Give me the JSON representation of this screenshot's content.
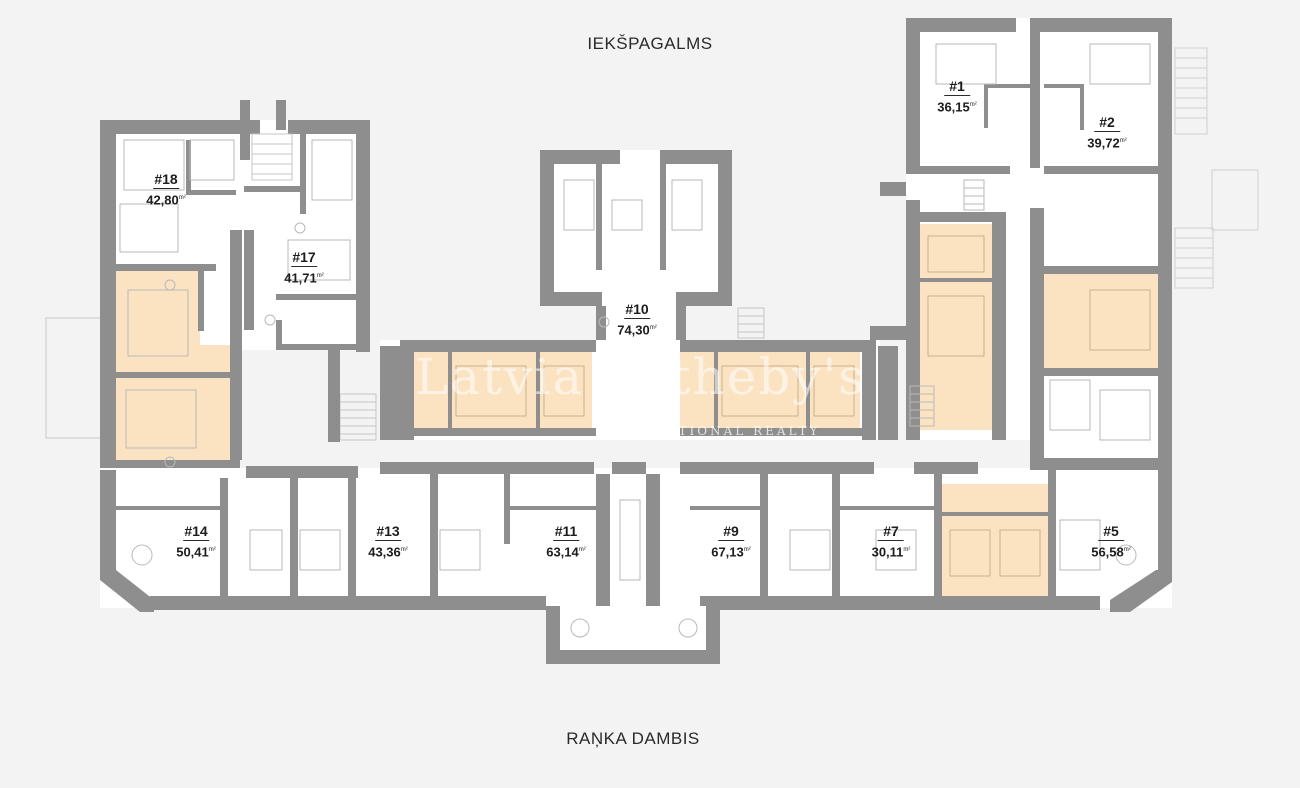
{
  "streets": {
    "top": "IEKŠPAGALMS",
    "bottom": "RAŅKA DAMBIS"
  },
  "watermark": {
    "brand": "Latvia Sotheby's",
    "sub": "INTERNATIONAL REALTY"
  },
  "units": [
    {
      "id": "u1",
      "number": "#1",
      "area": "36,15",
      "unit": "m²",
      "highlighted": false
    },
    {
      "id": "u2",
      "number": "#2",
      "area": "39,72",
      "unit": "m²",
      "highlighted": false
    },
    {
      "id": "u5",
      "number": "#5",
      "area": "56,58",
      "unit": "m²",
      "highlighted": false
    },
    {
      "id": "u7",
      "number": "#7",
      "area": "30,11",
      "unit": "m²",
      "highlighted": false
    },
    {
      "id": "u9",
      "number": "#9",
      "area": "67,13",
      "unit": "m²",
      "highlighted": false
    },
    {
      "id": "u10",
      "number": "#10",
      "area": "74,30",
      "unit": "m²",
      "highlighted": false
    },
    {
      "id": "u11",
      "number": "#11",
      "area": "63,14",
      "unit": "m²",
      "highlighted": false
    },
    {
      "id": "u13",
      "number": "#13",
      "area": "43,36",
      "unit": "m²",
      "highlighted": false
    },
    {
      "id": "u14",
      "number": "#14",
      "area": "50,41",
      "unit": "m²",
      "highlighted": false
    },
    {
      "id": "u17",
      "number": "#17",
      "area": "41,71",
      "unit": "m²",
      "highlighted": false
    },
    {
      "id": "u18",
      "number": "#18",
      "area": "42,80",
      "unit": "m²",
      "highlighted": false
    }
  ],
  "colors": {
    "background": "#f3f3f3",
    "wall": "#8e8e8e",
    "floor": "#ffffff",
    "highlight": "#fbe3c2",
    "line": "#b8b8b8"
  }
}
